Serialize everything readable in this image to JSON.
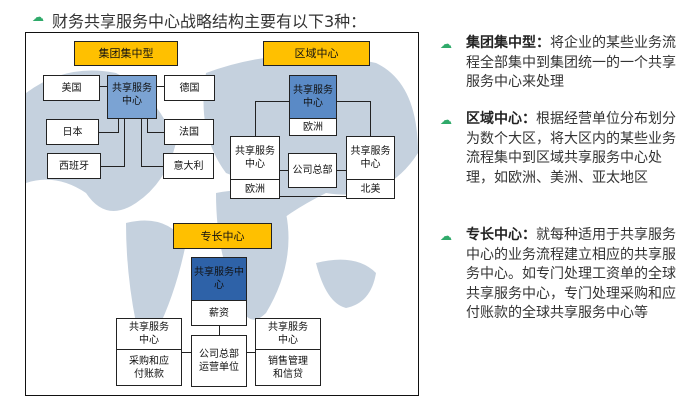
{
  "title": "财务共享服务中心战略结构主要有以下3种：",
  "diagram": {
    "g1": {
      "header": "集团集中型",
      "center": "共享服务中心",
      "nodes": [
        "美国",
        "德国",
        "日本",
        "法国",
        "西班牙",
        "意大利"
      ]
    },
    "g2": {
      "header": "区域中心",
      "center": "共享服务中心",
      "center_sub": "欧洲",
      "left": "共享服务中心",
      "left_sub": "欧洲",
      "hq": "公司总部",
      "right": "共享服务中心",
      "right_sub": "北美"
    },
    "g3": {
      "header": "专长中心",
      "center": "共享服务中心",
      "center_sub": "薪资",
      "left": "共享服务中心",
      "left_sub": "采购和应付账款",
      "hq": "公司总部运营单位",
      "right": "共享服务中心",
      "right_sub": "销售管理和信贷"
    }
  },
  "items": [
    {
      "term": "集团集中型：",
      "text": "将企业的某些业务流程全部集中到集团统一的一个共享服务中心来处理"
    },
    {
      "term": "区域中心：",
      "text": "根据经营单位分布划分为数个大区，将大区内的某些业务流程集中到区域共享服务中心处理，如欧洲、美洲、亚太地区"
    },
    {
      "term": "专长中心：",
      "text": "就每种适用于共享服务中心的业务流程建立相应的共享服务中心。如专门处理工资单的全球共享服务中心，专门处理采购和应付账款的全球共享服务中心等"
    }
  ],
  "colors": {
    "accent": "#2faa6a",
    "header": "#ffc000",
    "center": "#5a8ac6"
  }
}
